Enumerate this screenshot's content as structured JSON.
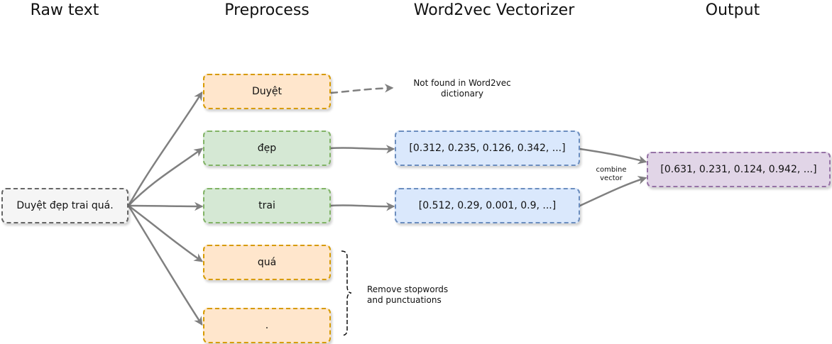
{
  "columns": {
    "raw_text": "Raw text",
    "preprocess": "Preprocess",
    "vectorizer": "Word2vec Vectorizer",
    "output": "Output"
  },
  "raw_input": "Duyệt đẹp trai quá.",
  "tokens": {
    "duyet": "Duyệt",
    "dep": "đẹp",
    "trai": "trai",
    "qua": "quá",
    "dot": "."
  },
  "vectors": {
    "dep": "[0.312, 0.235, 0.126, 0.342, ...]",
    "trai": "[0.512, 0.29, 0.001, 0.9, ...]"
  },
  "output_vector": "[0.631, 0.231, 0.124, 0.942, ...]",
  "notes": {
    "not_found": "Not found in Word2vec\ndictionary",
    "combine": "combine\nvector",
    "stopwords": "Remove stopwords\nand punctuations"
  },
  "colors": {
    "raw": "#f5f5f5",
    "orange": "#ffe6cc",
    "green": "#d5e8d4",
    "blue": "#dae8fc",
    "purple": "#e1d5e7",
    "edge": "#808080"
  }
}
